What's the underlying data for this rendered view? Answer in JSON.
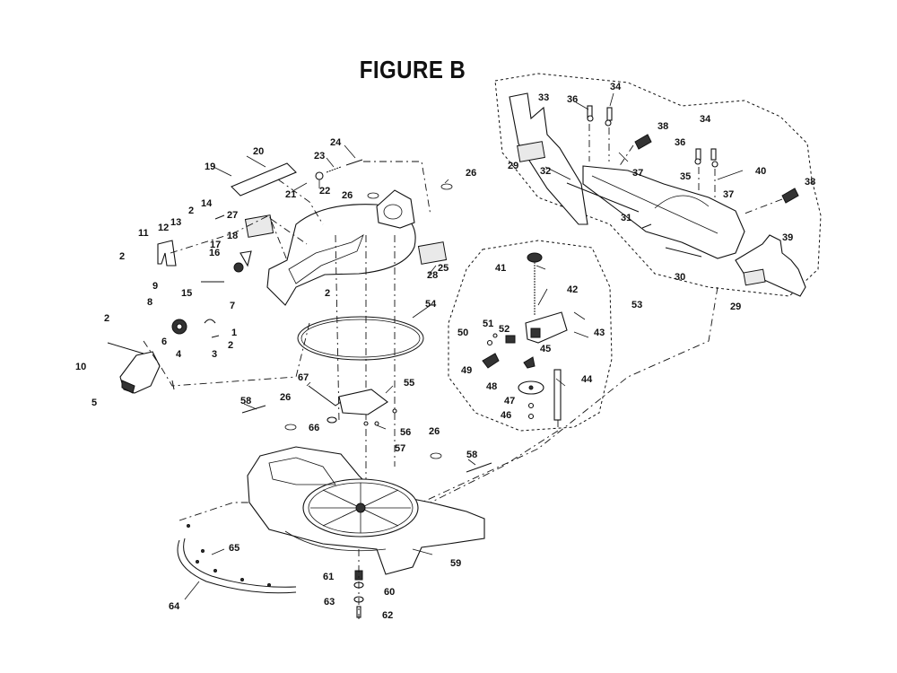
{
  "figure": {
    "title": "FIGURE B"
  },
  "parts": [
    "1",
    "2",
    "2",
    "2",
    "2",
    "2",
    "3",
    "4",
    "5",
    "6",
    "7",
    "8",
    "9",
    "10",
    "11",
    "12",
    "13",
    "14",
    "15",
    "16",
    "17",
    "18",
    "19",
    "20",
    "21",
    "22",
    "23",
    "24",
    "25",
    "26",
    "26",
    "26",
    "26",
    "27",
    "28",
    "29",
    "29",
    "30",
    "31",
    "32",
    "33",
    "34",
    "34",
    "35",
    "36",
    "36",
    "37",
    "37",
    "38",
    "38",
    "39",
    "40",
    "41",
    "42",
    "43",
    "44",
    "45",
    "46",
    "47",
    "48",
    "49",
    "50",
    "51",
    "52",
    "53",
    "54",
    "55",
    "56",
    "57",
    "58",
    "58",
    "59",
    "60",
    "61",
    "62",
    "63",
    "64",
    "65",
    "66",
    "67"
  ]
}
